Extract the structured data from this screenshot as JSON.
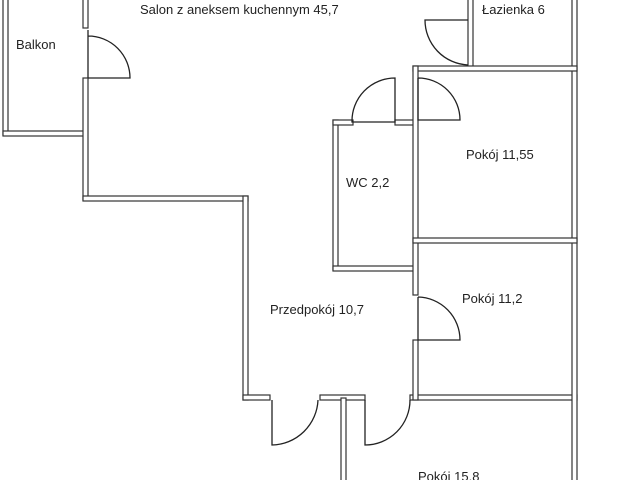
{
  "rooms": {
    "salon": "Salon z aneksem kuchennym 45,7",
    "lazienka": "Łazienka 6",
    "balkon": "Balkon",
    "pokoj1": "Pokój 11,55",
    "wc": "WC 2,2",
    "przedpokoj": "Przedpokój 10,7",
    "pokoj2": "Pokój 11,2",
    "pokoj3": "Pokój 15,8"
  }
}
